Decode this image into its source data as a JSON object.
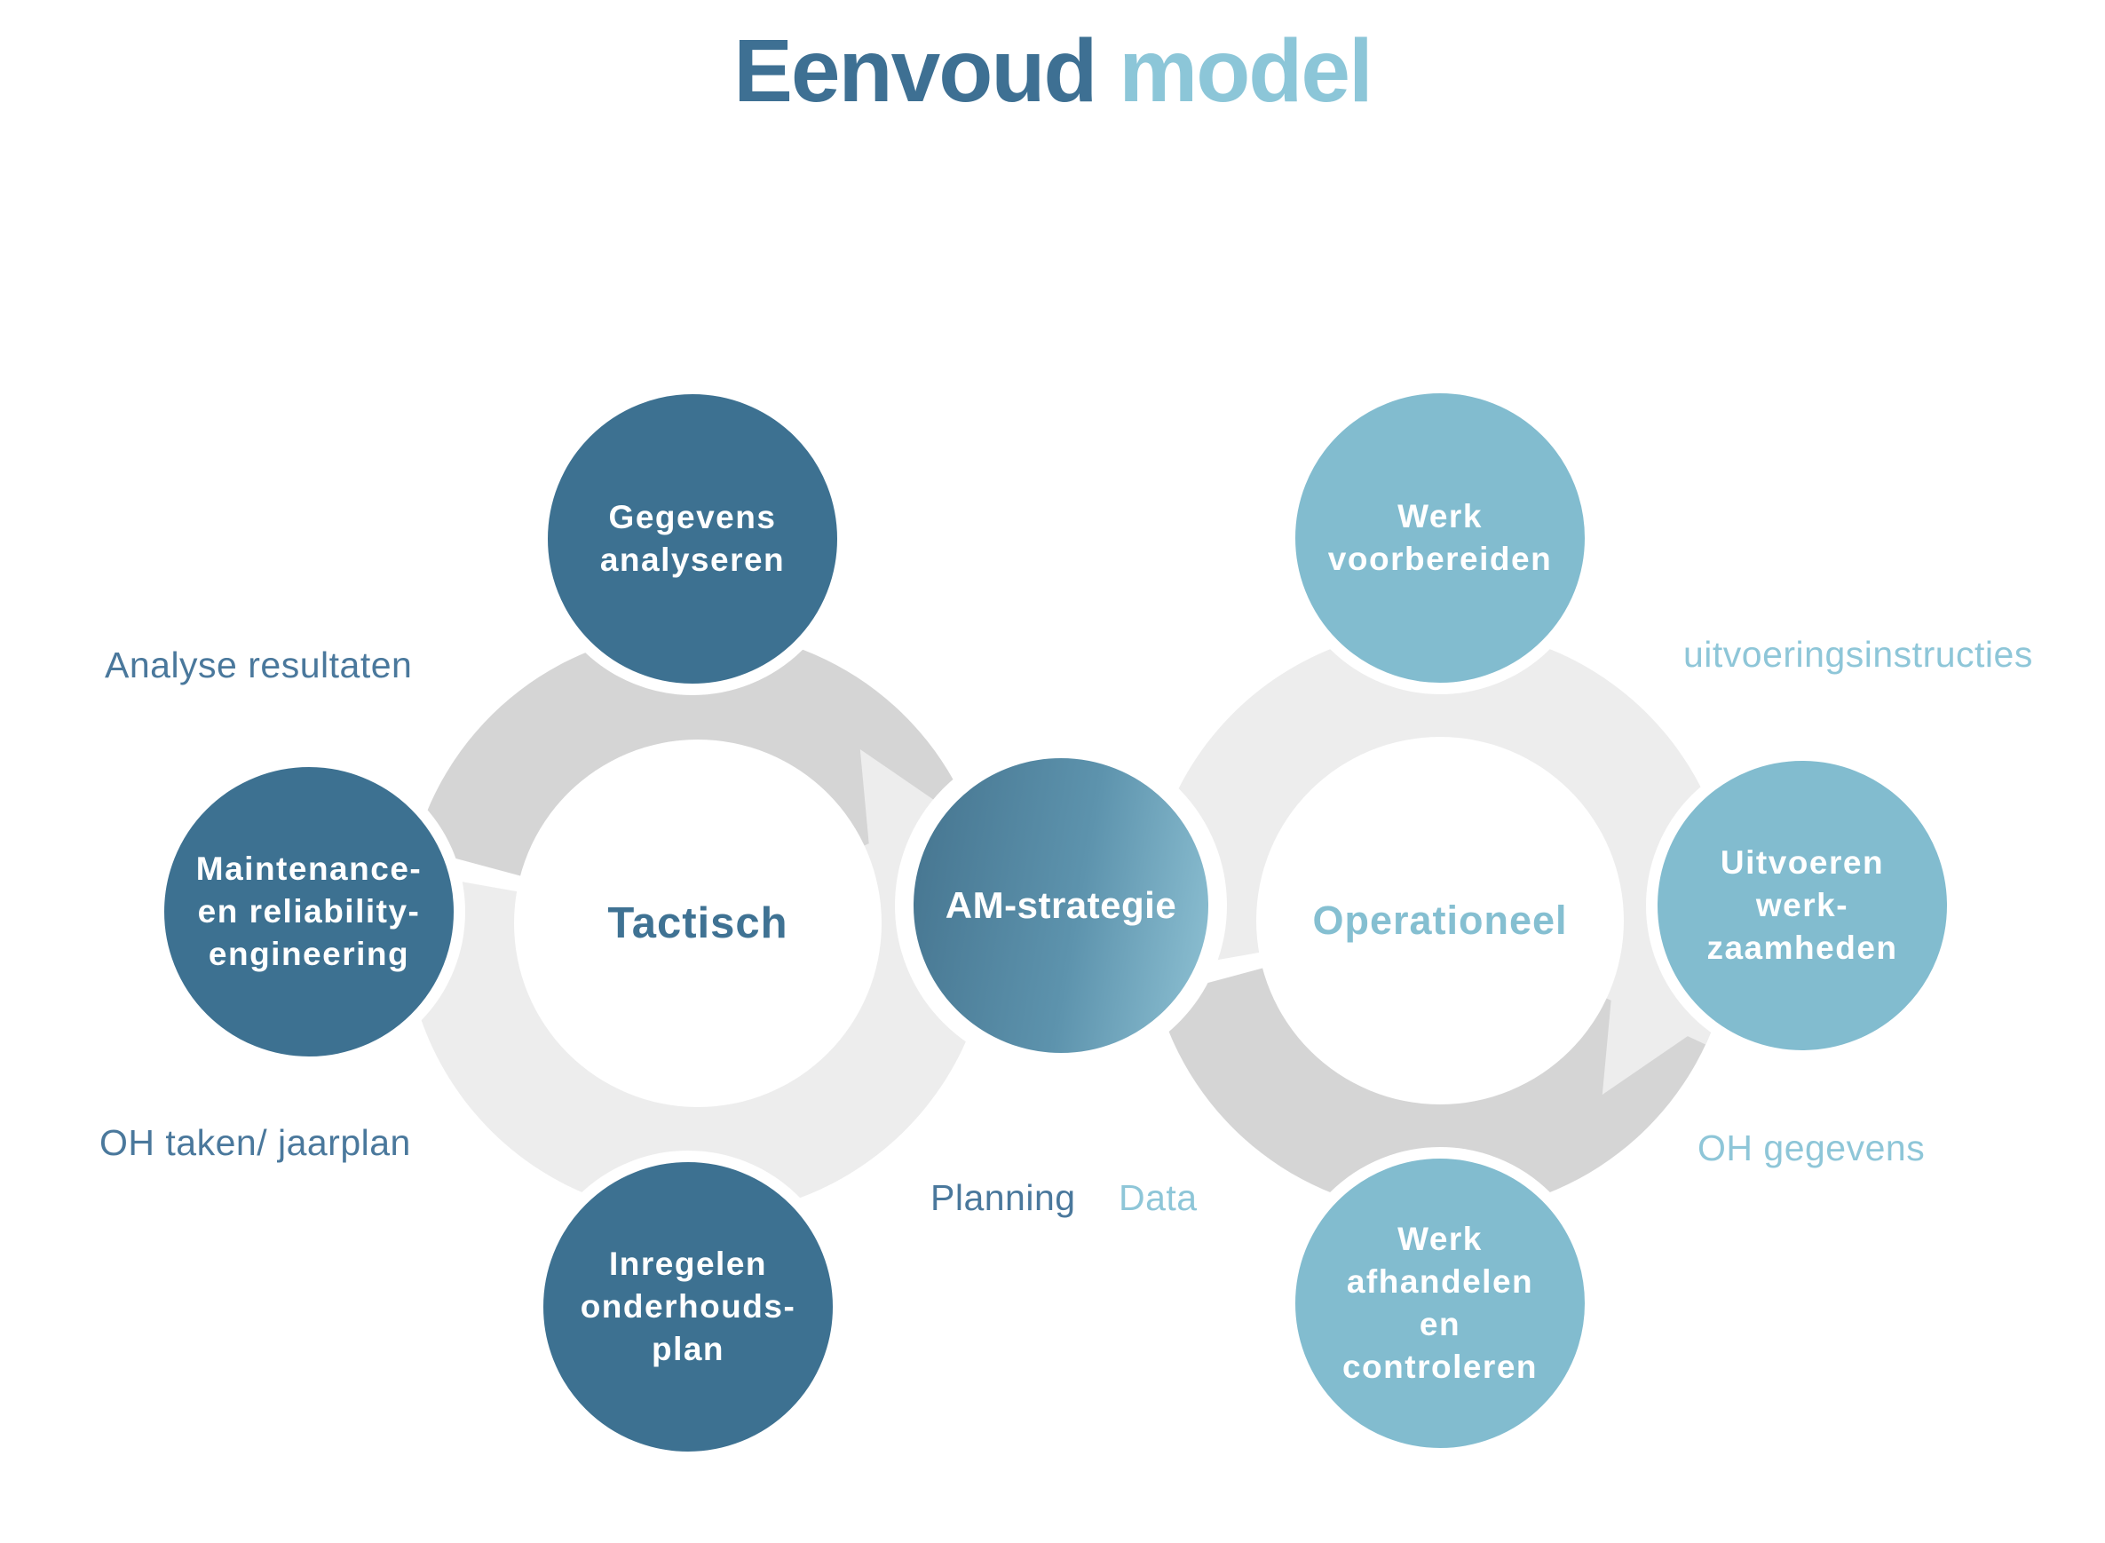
{
  "title": {
    "part1": "Eenvoud",
    "part2": "model"
  },
  "colors": {
    "dark_blue": "#3d7191",
    "light_blue": "#82bccf",
    "title_dark": "#3e7093",
    "title_light": "#8cc6d8",
    "hub_tactisch_text": "#3f7293",
    "hub_operationeel_text": "#85bfd1",
    "label_dark": "#4a789c",
    "label_light": "#8ec6d8",
    "ring_gray_dark": "#d5d5d5",
    "ring_gray_light": "#ededed",
    "am_gradient_start": "#45748f",
    "am_gradient_end": "#8fc2d4",
    "node_text": "#ffffff"
  },
  "loops": {
    "tactical": {
      "center_label": "Tactisch",
      "nodes": {
        "gegevens": {
          "lines": [
            "Gegevens",
            "analyseren"
          ]
        },
        "maintenance": {
          "lines": [
            "Maintenance-",
            "en reliability-",
            "engineering"
          ]
        },
        "inregelen": {
          "lines": [
            "Inregelen",
            "onderhouds-",
            "plan"
          ]
        }
      },
      "labels": {
        "analyse_resultaten": "Analyse resultaten",
        "oh_taken": "OH taken/ jaarplan"
      }
    },
    "operational": {
      "center_label": "Operationeel",
      "nodes": {
        "werk_voorbereiden": {
          "lines": [
            "Werk",
            "voorbereiden"
          ]
        },
        "uitvoeren": {
          "lines": [
            "Uitvoeren",
            "werk-",
            "zaamheden"
          ]
        },
        "werk_afhandelen": {
          "lines": [
            "Werk",
            "afhandelen",
            "en",
            "controleren"
          ]
        }
      },
      "labels": {
        "uitvoeringsinstructies": "uitvoeringsinstructies",
        "oh_gegevens": "OH gegevens"
      }
    }
  },
  "center": {
    "label": "AM-strategie",
    "bottom_labels": {
      "planning": "Planning",
      "data": "Data"
    }
  }
}
